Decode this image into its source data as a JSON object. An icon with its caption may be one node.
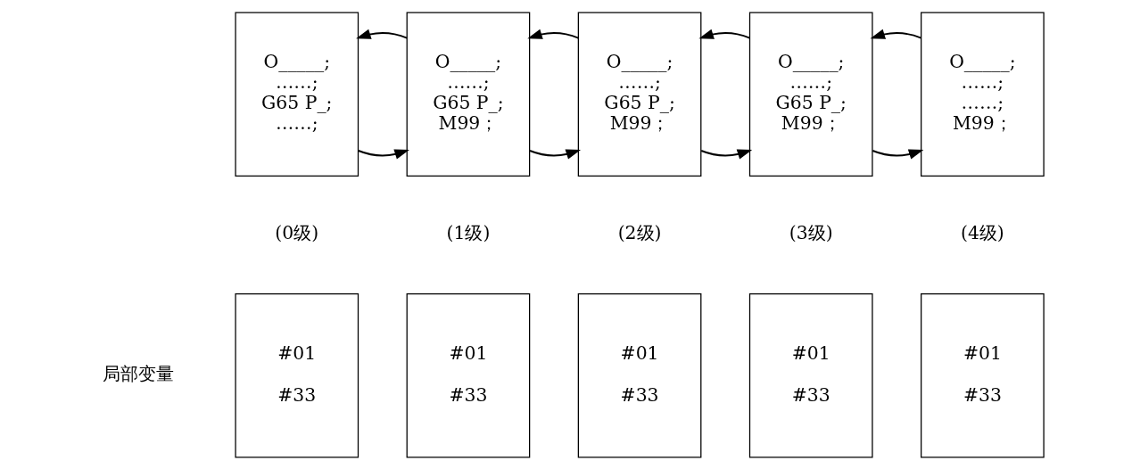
{
  "diagram": {
    "nodes": [
      {
        "text": [
          "O_____;",
          "……;",
          "G65 P_;",
          "……;"
        ],
        "beside": [
          "(0级)"
        ]
      },
      {
        "text": [
          "O_____;",
          "……;",
          "G65 P_;",
          "M99；"
        ],
        "beside": [
          "(1级)"
        ]
      },
      {
        "text": [
          "O_____;",
          "……;",
          "G65 P_;",
          "M99；"
        ],
        "beside": [
          "(2级)"
        ]
      },
      {
        "text": [
          "O_____;",
          "……;",
          "G65 P_;",
          "M99；"
        ],
        "beside": [
          "(3级)"
        ]
      },
      {
        "text": [
          "O_____;",
          "……;",
          "……;",
          "M99；"
        ],
        "beside": [
          "(4级)"
        ]
      },
      {
        "text": [
          "#01",
          "#33"
        ]
      },
      {
        "text": [
          "#01",
          "#33"
        ]
      },
      {
        "text": [
          "#01",
          "#33"
        ]
      },
      {
        "text": [
          "#01",
          "#33"
        ]
      },
      {
        "text": [
          "#01",
          "#33"
        ]
      }
    ],
    "edges": [
      {
        "from": 0,
        "to": 1,
        "arrow": "to"
      },
      {
        "from": 1,
        "to": 0,
        "arrow": "to"
      },
      {
        "from": 1,
        "to": 2,
        "arrow": "to"
      },
      {
        "from": 2,
        "to": 1,
        "arrow": "to"
      },
      {
        "from": 2,
        "to": 3,
        "arrow": "to"
      },
      {
        "from": 3,
        "to": 2,
        "arrow": "to"
      },
      {
        "from": 3,
        "to": 4,
        "arrow": "to"
      },
      {
        "from": 4,
        "to": 3,
        "arrow": "to"
      }
    ],
    "labels": [
      "局部变量"
    ]
  }
}
